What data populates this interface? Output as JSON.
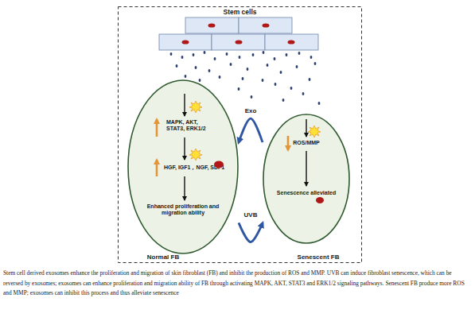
{
  "diagram": {
    "caption": "Stem cell derived exosomes enhance the proliferation and migration of skin fibroblast (FB) and inhibit the production of ROS and MMP. UVB can induce fibroblast senescence, which can be reversed by exosomes; exosomes can enhance proliferation and migration ability of FB through activating MAPK, AKT, STAT3 and ERK1/2 signaling pathways. Senescent FB produce more ROS and MMP; exosomes can inhibit this process and thus alleviate senescence",
    "nodes": [
      {
        "text": [
          "Stem cells"
        ]
      },
      {
        "text": [
          "MAPK, AKT, STAT3, ERK1/2",
          "HGF, IGF1，NGF, SDF1",
          "Enhanced proliferation and migration ability",
          "Normal FB"
        ]
      },
      {
        "text": [
          "ROS/MMP",
          "Senescence alleviated",
          "Senescent FB"
        ]
      }
    ],
    "edges": [
      {
        "from": 2,
        "to": 1,
        "label": "Exo",
        "arrow": "to"
      },
      {
        "from": 1,
        "to": 2,
        "label": "UVB",
        "arrow": "to"
      }
    ]
  }
}
